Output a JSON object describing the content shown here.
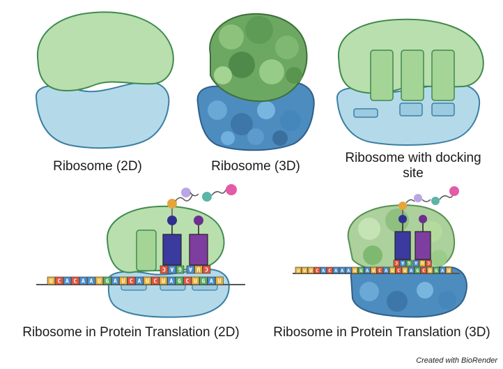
{
  "panels": {
    "ribosome_2d": {
      "caption": "Ribosome (2D)"
    },
    "ribosome_3d": {
      "caption": "Ribosome (3D)"
    },
    "docking": {
      "caption_line1": "Ribosome with docking",
      "caption_line2": "site"
    },
    "translation_2d": {
      "caption": "Ribosome in Protein Translation (2D)"
    },
    "translation_3d": {
      "caption": "Ribosome in Protein Translation (3D)"
    }
  },
  "mrna_2d": [
    "U",
    "C",
    "A",
    "C",
    "A",
    "A",
    "U",
    "G",
    "A",
    "U",
    "C",
    "A",
    "U",
    "C",
    "U",
    "A",
    "G",
    "C",
    "U",
    "G",
    "A",
    "U"
  ],
  "mrna_3d": [
    "U",
    "U",
    "U",
    "C",
    "A",
    "C",
    "A",
    "A",
    "A",
    "U",
    "G",
    "A",
    "U",
    "C",
    "A",
    "U",
    "C",
    "U",
    "A",
    "G",
    "C",
    "U",
    "G",
    "A",
    "U"
  ],
  "anticodon_left": [
    "C",
    "A",
    "G"
  ],
  "anticodon_right": [
    "A",
    "U",
    "C"
  ],
  "credit": "Created with BioRender",
  "colors": {
    "large_subunit": "#b9dfae",
    "large_subunit_stroke": "#3f8a4c",
    "small_subunit": "#b4daea",
    "small_subunit_stroke": "#3b7fa3",
    "trna_blue": "#3b3a9e",
    "trna_purple": "#7e3ea0",
    "base_U": "#e6b13a",
    "base_C": "#e2573f",
    "base_A": "#4d8fcb",
    "base_G": "#5aae63"
  }
}
